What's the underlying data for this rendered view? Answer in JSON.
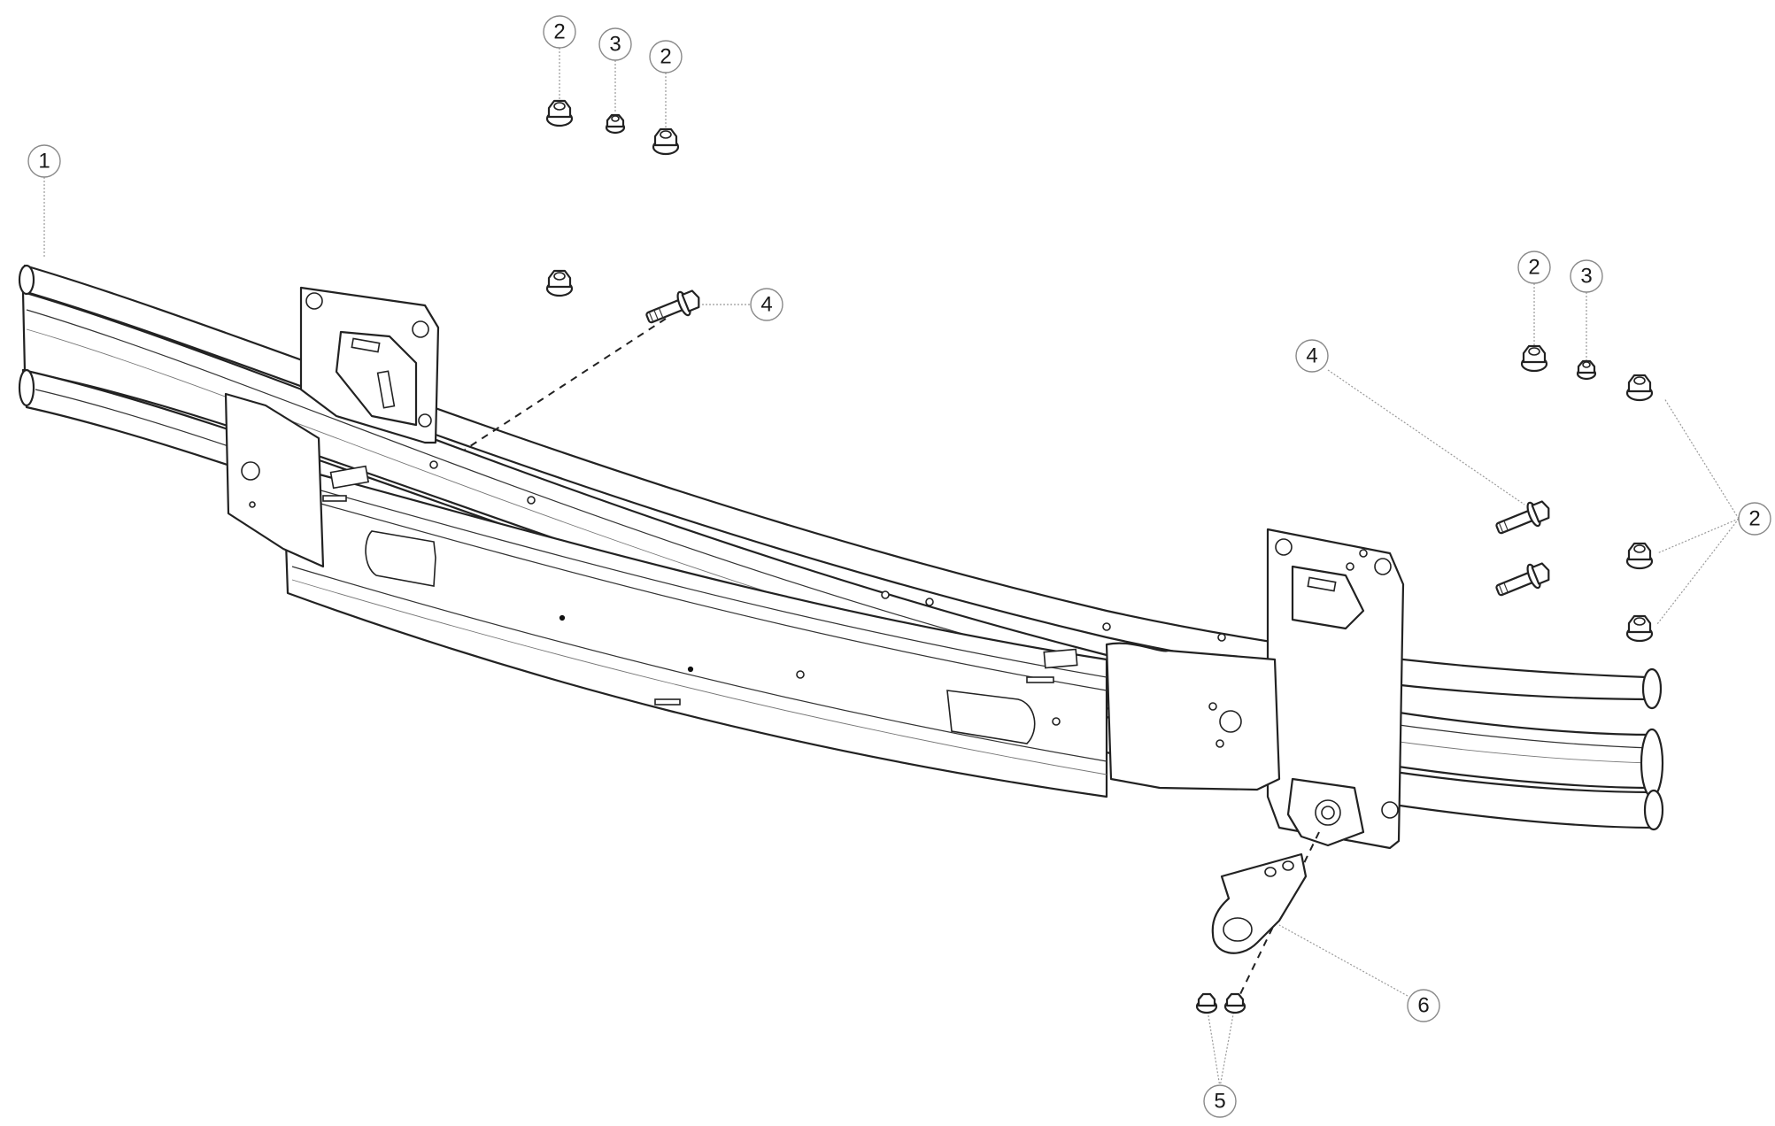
{
  "callouts": [
    {
      "label": "1"
    },
    {
      "label": "2"
    },
    {
      "label": "3"
    },
    {
      "label": "2"
    },
    {
      "label": "4"
    },
    {
      "label": "2"
    },
    {
      "label": "3"
    },
    {
      "label": "4"
    },
    {
      "label": "2"
    },
    {
      "label": "6"
    },
    {
      "label": "5"
    }
  ]
}
